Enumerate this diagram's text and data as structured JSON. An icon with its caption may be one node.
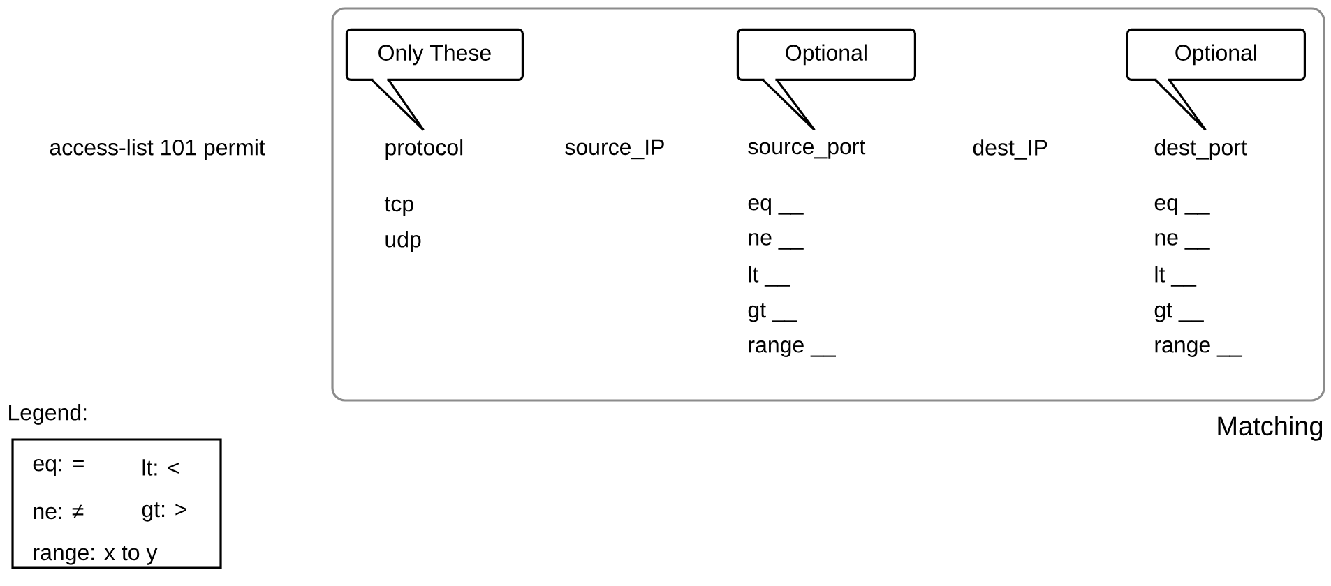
{
  "diagram": {
    "nodes": [
      {
        "text": [
          "Matching"
        ]
      },
      {
        "text": [
          "Only These"
        ],
        "in": 0
      },
      {
        "text": [
          "Optional"
        ],
        "in": 0
      },
      {
        "text": [
          "Optional"
        ],
        "in": 0
      },
      {
        "text": [
          "Legend:",
          "eq: =",
          "lt: <",
          "ne: ≠",
          "gt: >",
          "range: x to y"
        ]
      }
    ],
    "edges": [],
    "labels": [
      "access-list 101 permit",
      "protocol",
      "source_IP",
      "source_port",
      "dest_IP",
      "dest_port",
      "tcp",
      "eq __",
      "eq __",
      "udp",
      "ne __",
      "ne __",
      "lt __",
      "lt __",
      "gt __",
      "gt __",
      "range __",
      "range __"
    ]
  }
}
